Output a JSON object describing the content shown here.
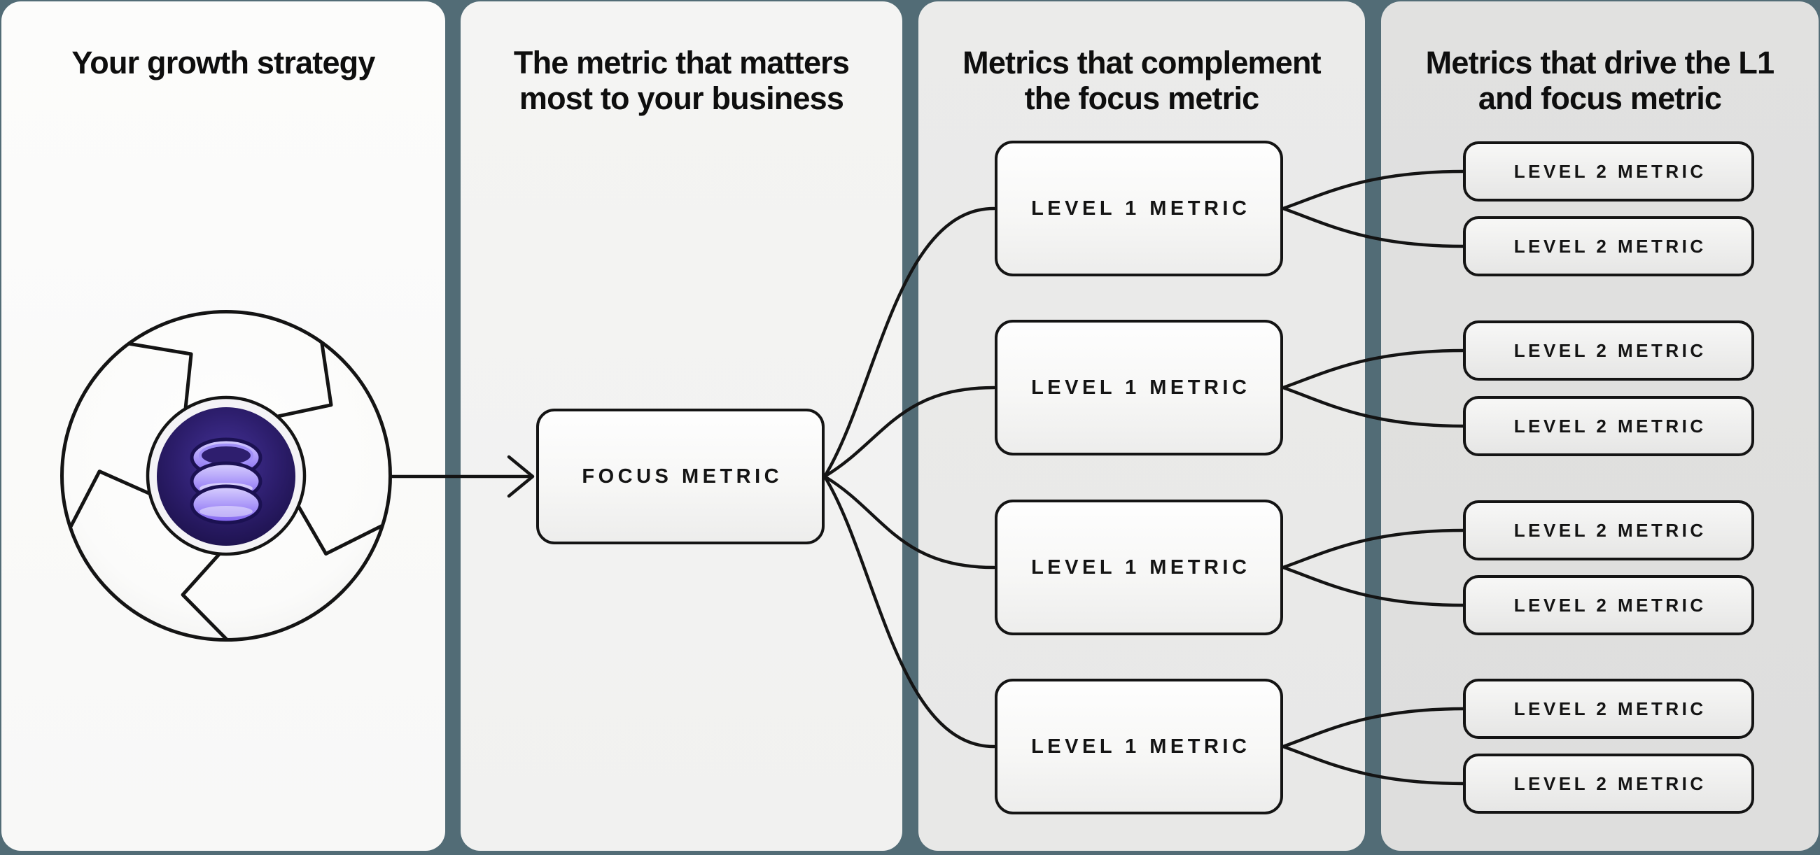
{
  "app": {
    "background_color": "#526c76",
    "line_color": "#141414",
    "accent_purple": "#8b76f3",
    "core_indigo": "#2c1d6b"
  },
  "columns": [
    {
      "title_lines": [
        "Your growth strategy"
      ]
    },
    {
      "title_lines": [
        "The metric that matters",
        "most to your business"
      ]
    },
    {
      "title_lines": [
        "Metrics that complement",
        "the focus metric"
      ]
    },
    {
      "title_lines": [
        "Metrics that drive the L1",
        "and focus metric"
      ]
    }
  ],
  "nodes": {
    "focus": {
      "label": "FOCUS METRIC",
      "count": 1
    },
    "level1": {
      "label": "LEVEL 1 METRIC",
      "count": 4
    },
    "level2": {
      "label": "LEVEL 2 METRIC",
      "count": 8
    }
  },
  "icon": {
    "name": "growth-loop-database-icon",
    "description": "pinwheel loop circle with database core",
    "colors": {
      "wheel": "#fcfcfb",
      "ring": "#f4f3f6",
      "core": "#2c1d6b",
      "coins": "#8b76f3"
    }
  }
}
